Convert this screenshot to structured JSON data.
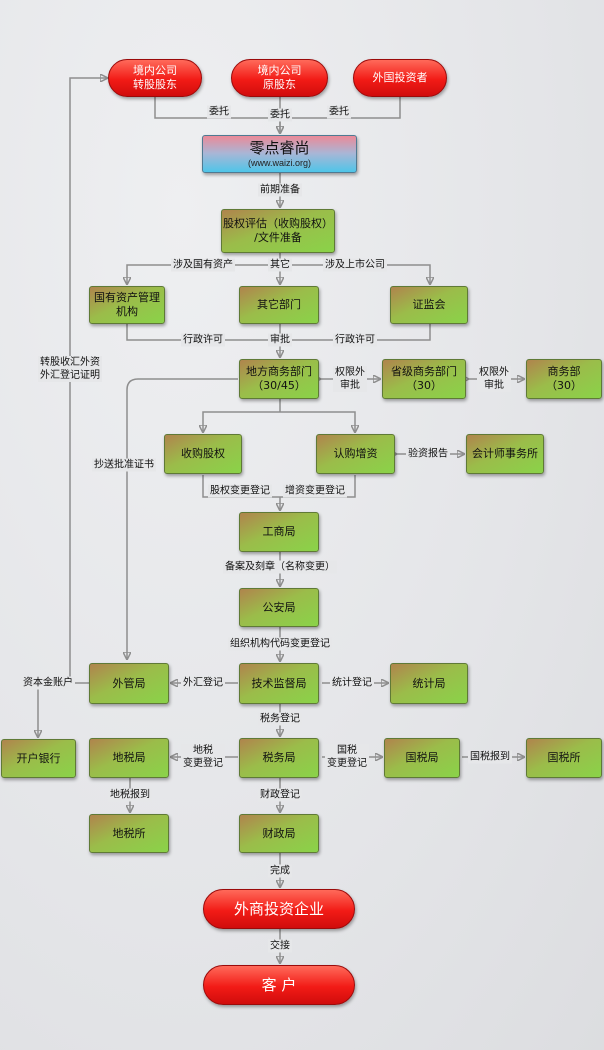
{
  "nodes": {
    "transfer": "境内公司\n转股股东",
    "original": "境内公司\n原股东",
    "foreign": "外国投资者",
    "brand_name": "零点睿尚",
    "brand_url": "(www.waizi.org)",
    "valuation": "股权评估（收购股权）\n/文件准备",
    "sasac": "国有资产管理\n机构",
    "other_dept": "其它部门",
    "csrc": "证监会",
    "local_mofcom": "地方商务部门\n（30/45）",
    "prov_mofcom": "省级商务部门\n（30）",
    "mofcom": "商务部\n（30）",
    "acquire": "收购股权",
    "subscribe": "认购增资",
    "accounting": "会计师事务所",
    "aic": "工商局",
    "police": "公安局",
    "safe": "外管局",
    "quality": "技术监督局",
    "stats": "统计局",
    "bank": "开户银行",
    "local_tax": "地税局",
    "tax": "税务局",
    "state_tax": "国税局",
    "state_tax_office": "国税所",
    "local_tax_office": "地税所",
    "finance": "财政局",
    "fie": "外商投资企业",
    "customer": "客 户"
  },
  "labels": {
    "entrust1": "委托",
    "entrust2": "委托",
    "entrust3": "委托",
    "prep": "前期准备",
    "state_assets": "涉及国有资产",
    "other": "其它",
    "listed": "涉及上市公司",
    "admin1": "行政许可",
    "approve": "审批",
    "admin2": "行政许可",
    "beyond1": "权限外\n审批",
    "beyond2": "权限外\n审批",
    "copy_cert": "抄送批准证书",
    "capital_verify": "验资报告",
    "equity_change": "股权变更登记",
    "capital_change": "增资变更登记",
    "record_seal": "备案及刻章（名称变更）",
    "org_code": "组织机构代码变更登记",
    "fx_reg": "外汇登记",
    "stats_reg": "统计登记",
    "tax_reg": "税务登记",
    "capital_account": "资本金账户",
    "fx_proof": "转股收汇外资\n外汇登记证明",
    "local_tax_change": "地税\n变更登记",
    "state_tax_change": "国税\n变更登记",
    "state_tax_report": "国税报到",
    "local_tax_report": "地税报到",
    "finance_reg": "财政登记",
    "complete": "完成",
    "handover": "交接"
  }
}
